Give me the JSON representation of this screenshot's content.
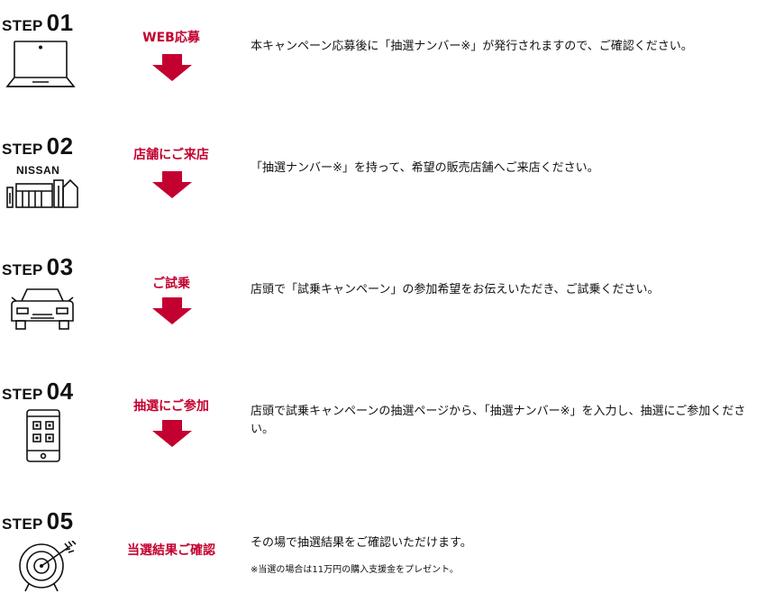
{
  "steps": [
    {
      "word": "STEP",
      "number": "01",
      "icon": "laptop-icon",
      "action": "WEB応募",
      "description": "本キャンペーン応募後に「抽選ナンバー※」が発行されますので、ご確認ください。"
    },
    {
      "word": "STEP",
      "number": "02",
      "icon": "nissan-store-icon",
      "brand": "NISSAN",
      "action": "店舗にご来店",
      "description": "「抽選ナンバー※」を持って、希望の販売店舗へご来店ください。"
    },
    {
      "word": "STEP",
      "number": "03",
      "icon": "car-icon",
      "action": "ご試乗",
      "description": "店頭で「試乗キャンペーン」の参加希望をお伝えいただき、ご試乗ください。"
    },
    {
      "word": "STEP",
      "number": "04",
      "icon": "smartphone-icon",
      "action": "抽選にご参加",
      "description": "店頭で試乗キャンペーンの抽選ページから、「抽選ナンバー※」を入力し、抽選にご参加ください。"
    },
    {
      "word": "STEP",
      "number": "05",
      "icon": "target-icon",
      "action": "当選結果ご確認",
      "description": "その場で抽選結果をご確認いただけます。",
      "note": "※当選の場合は11万円の購入支援金をプレゼント。"
    }
  ],
  "colors": {
    "accent": "#c3002f",
    "text": "#111111"
  }
}
